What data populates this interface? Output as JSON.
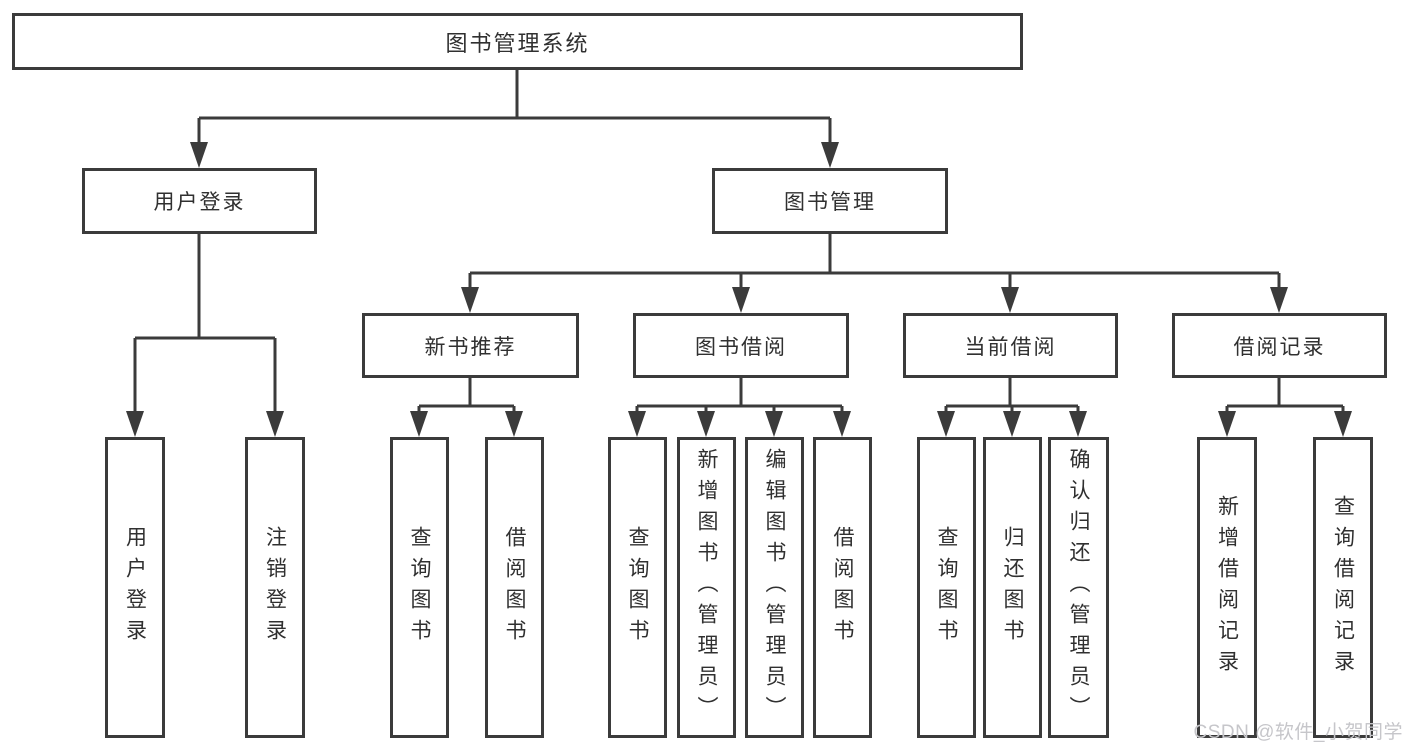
{
  "diagram": {
    "type": "hierarchy-tree",
    "background_color": "#ffffff",
    "line_color": "#3b3b3b",
    "text_color": "#303030",
    "tree": {
      "label": "图书管理系统",
      "children": [
        {
          "label": "用户登录",
          "children": [
            {
              "label": "用户登录"
            },
            {
              "label": "注销登录"
            }
          ]
        },
        {
          "label": "图书管理",
          "children": [
            {
              "label": "新书推荐",
              "children": [
                {
                  "label": "查询图书"
                },
                {
                  "label": "借阅图书"
                }
              ]
            },
            {
              "label": "图书借阅",
              "children": [
                {
                  "label": "查询图书"
                },
                {
                  "label": "新增图书（管理员）"
                },
                {
                  "label": "编辑图书（管理员）"
                },
                {
                  "label": "借阅图书"
                }
              ]
            },
            {
              "label": "当前借阅",
              "children": [
                {
                  "label": "查询图书"
                },
                {
                  "label": "归还图书"
                },
                {
                  "label": "确认归还（管理员）"
                }
              ]
            },
            {
              "label": "借阅记录",
              "children": [
                {
                  "label": "新增借阅记录"
                },
                {
                  "label": "查询借阅记录"
                }
              ]
            }
          ]
        }
      ]
    }
  },
  "watermark": {
    "text": "CSDN @软件_小贺同学",
    "color": "#c6c6ca"
  }
}
